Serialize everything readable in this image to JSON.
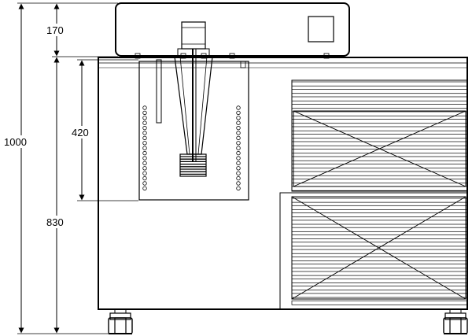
{
  "dimensions": {
    "overall_height": "1000",
    "top_unit_height": "170",
    "body_height": "830",
    "tank_depth": "420"
  }
}
